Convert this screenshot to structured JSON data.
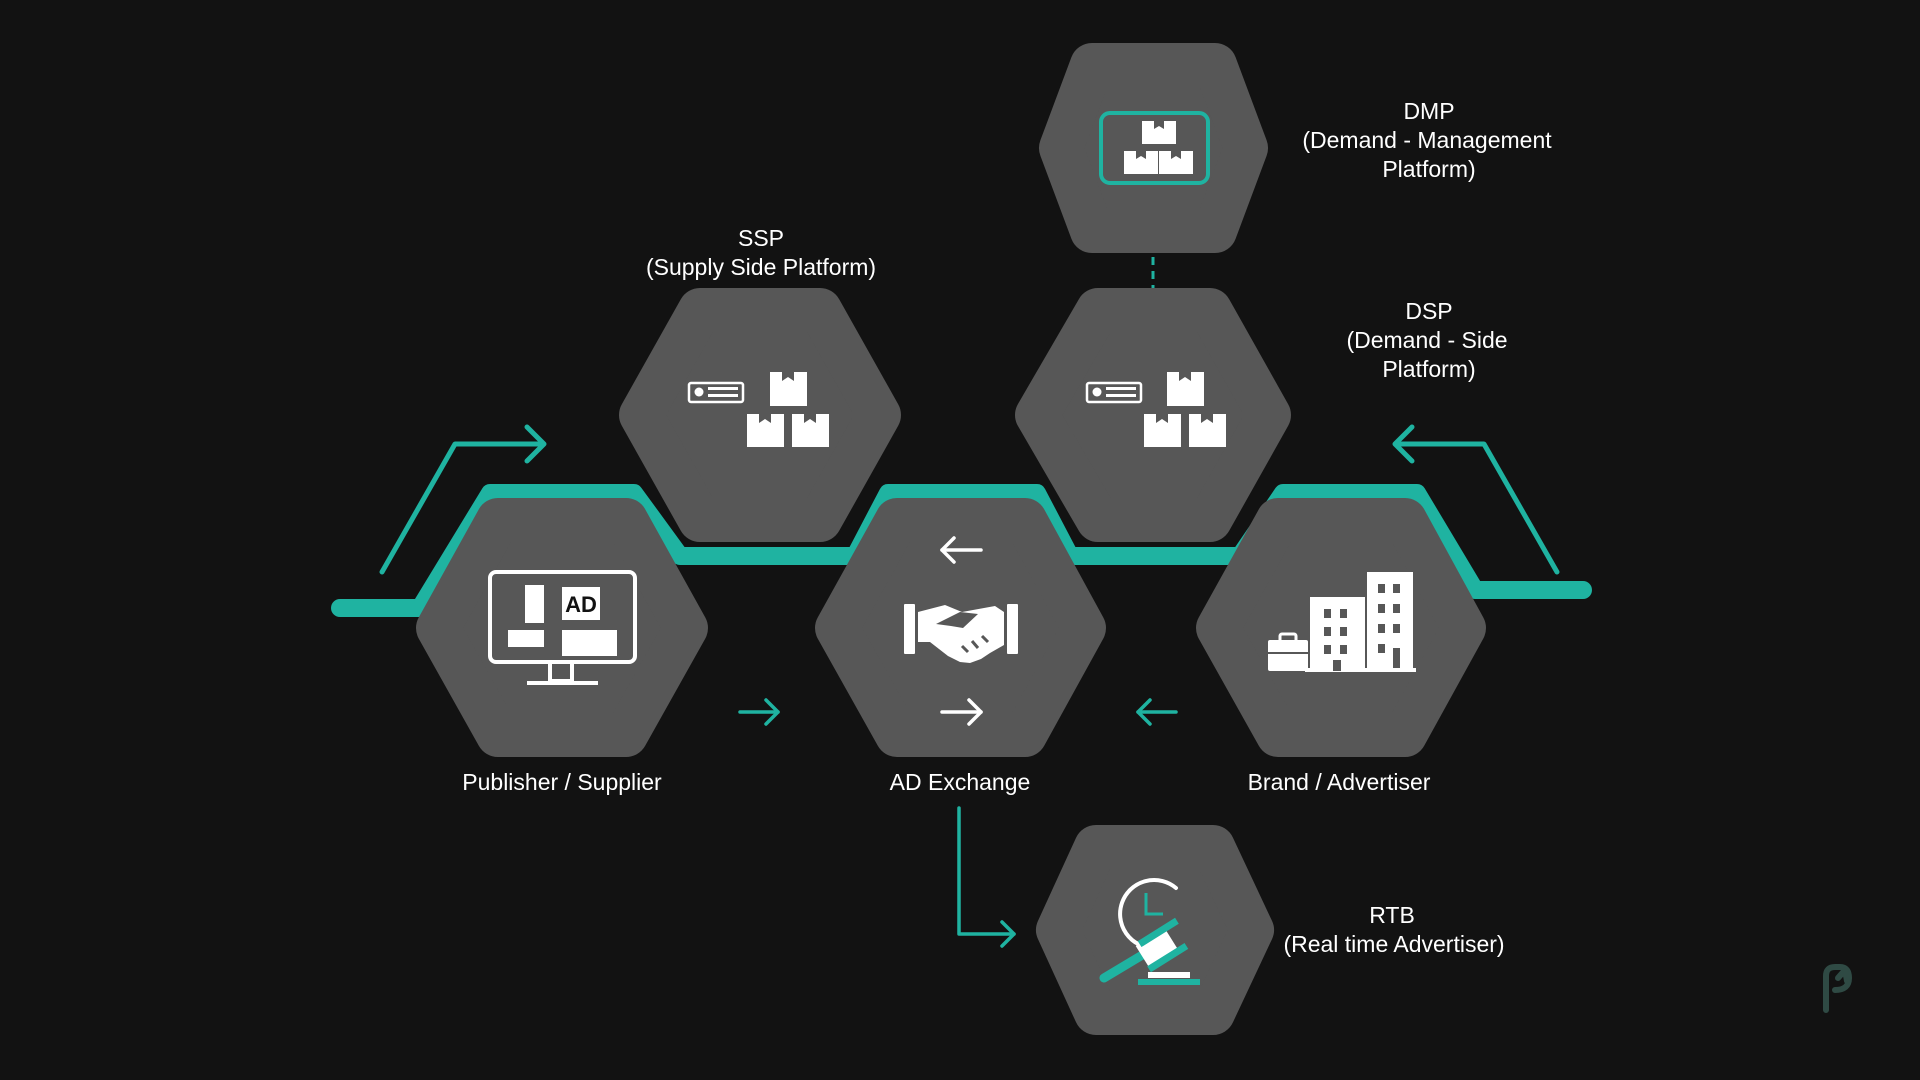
{
  "colors": {
    "background": "#121212",
    "hexagon": "#575757",
    "accent": "#1fb3a1",
    "icon": "#ffffff",
    "logo": "#2f4a44"
  },
  "nodes": {
    "dmp": {
      "line1": "DMP",
      "line2": "(Demand - Management",
      "line3": "Platform)",
      "icon": "boxes-icon"
    },
    "ssp": {
      "line1": "SSP",
      "line2": "(Supply Side Platform)",
      "icon": "server-boxes-icon"
    },
    "dsp": {
      "line1": "DSP",
      "line2": "(Demand - Side",
      "line3": "Platform)",
      "icon": "server-boxes-icon"
    },
    "publisher": {
      "label": "Publisher / Supplier",
      "icon": "ad-monitor-icon",
      "badge": "AD"
    },
    "exchange": {
      "label": "AD Exchange",
      "icon": "handshake-icon"
    },
    "brand": {
      "label": "Brand / Advertiser",
      "icon": "buildings-icon"
    },
    "rtb": {
      "line1": "RTB",
      "line2": "(Real time Advertiser)",
      "icon": "gavel-clock-icon"
    }
  }
}
